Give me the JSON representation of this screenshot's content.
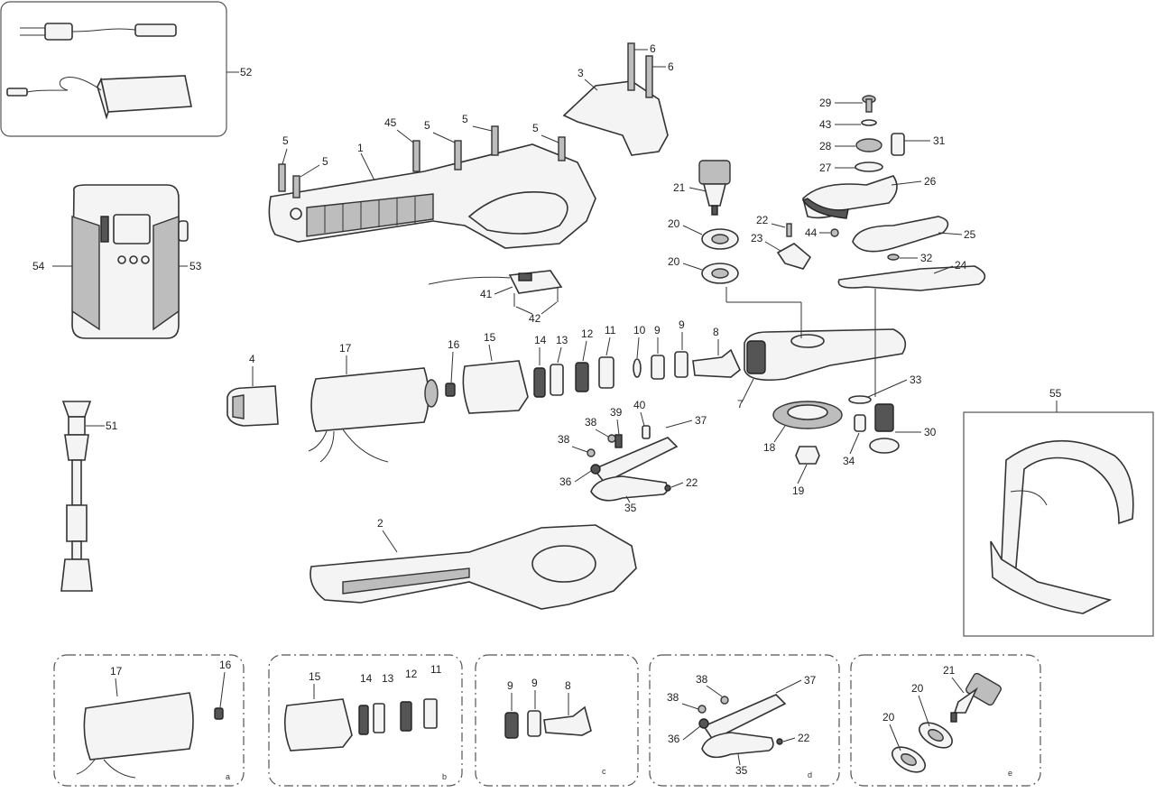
{
  "callouts": {
    "c1": "1",
    "c2": "2",
    "c3": "3",
    "c4": "4",
    "c5": "5",
    "c6": "6",
    "c7": "7",
    "c8": "8",
    "c9": "9",
    "c10": "10",
    "c11": "11",
    "c12": "12",
    "c13": "13",
    "c14": "14",
    "c15": "15",
    "c16": "16",
    "c17": "17",
    "c18": "18",
    "c19": "19",
    "c20": "20",
    "c21": "21",
    "c22": "22",
    "c23": "23",
    "c24": "24",
    "c25": "25",
    "c26": "26",
    "c27": "27",
    "c28": "28",
    "c29": "29",
    "c30": "30",
    "c31": "31",
    "c32": "32",
    "c33": "33",
    "c34": "34",
    "c35": "35",
    "c36": "36",
    "c37": "37",
    "c38": "38",
    "c39": "39",
    "c40": "40",
    "c41": "41",
    "c42": "42",
    "c43": "43",
    "c44": "44",
    "c45": "45",
    "c51": "51",
    "c52": "52",
    "c53": "53",
    "c54": "54",
    "c55": "55"
  },
  "panels": {
    "a_tag": "a",
    "b_tag": "b",
    "c_tag": "c",
    "d_tag": "d",
    "e_tag": "e"
  }
}
